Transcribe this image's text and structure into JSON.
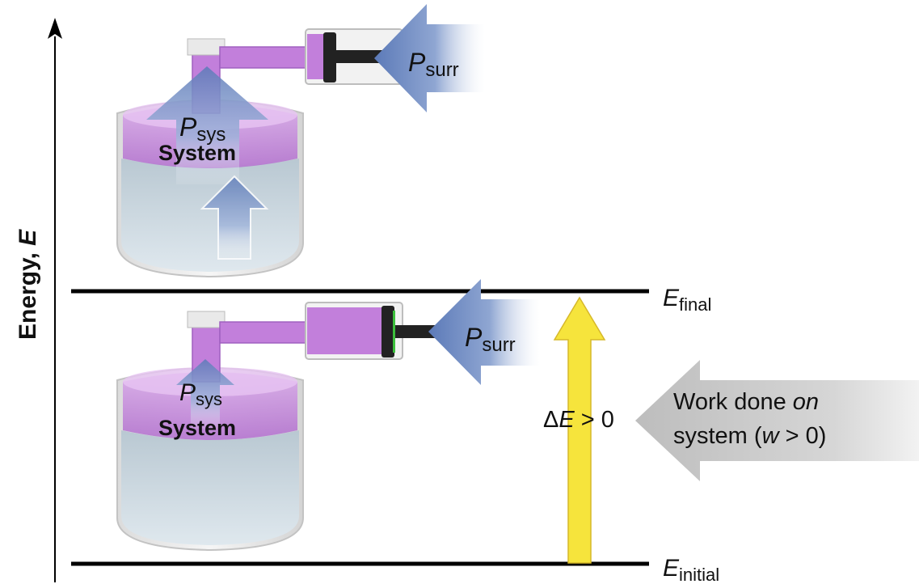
{
  "axis": {
    "label": "Energy, ",
    "symbol": "E"
  },
  "levels": {
    "final": {
      "symbol": "E",
      "subscript": "final"
    },
    "initial": {
      "symbol": "E",
      "subscript": "initial"
    }
  },
  "states": [
    {
      "id": "expanded",
      "system_label": "System",
      "p_sys": "P",
      "p_sys_sub": "sys",
      "p_surr": "P",
      "p_surr_sub": "surr"
    },
    {
      "id": "compressed",
      "system_label": "System",
      "p_sys": "P",
      "p_sys_sub": "sys",
      "p_surr": "P",
      "p_surr_sub": "surr"
    }
  ],
  "delta": {
    "prefix": "Δ",
    "symbol": "E",
    "rest": " > 0"
  },
  "work": {
    "line1_a": "Work done ",
    "line1_b": "on",
    "line2_a": "system (",
    "line2_b": "w",
    "line2_c": " > 0)"
  },
  "colors": {
    "level_line": "#000000",
    "delta_arrow": "#f5e23a",
    "work_arrow": "#c8c8c8",
    "pressure_arrow": "#7f97c8",
    "gas": "#b46fd0",
    "liquid": "#a9bcc8",
    "glass": "#e6e6e6"
  }
}
